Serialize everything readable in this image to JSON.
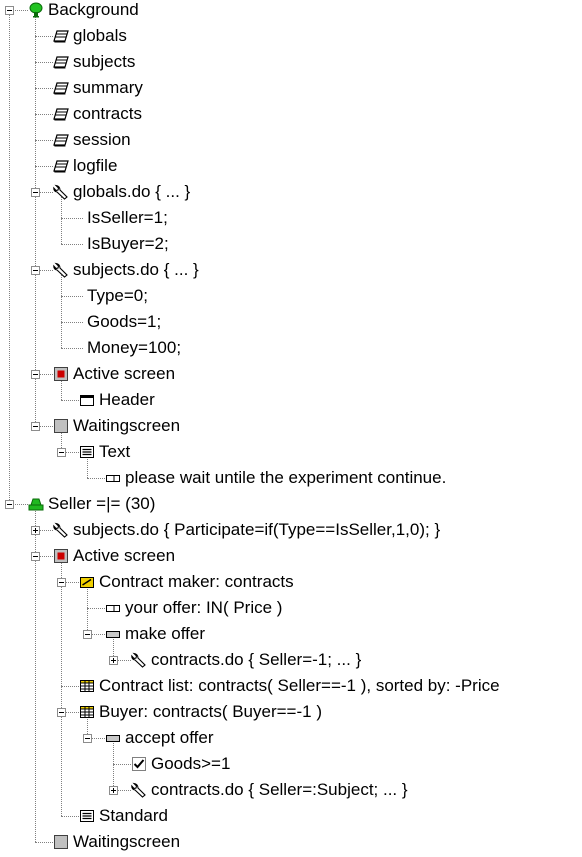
{
  "tree": [
    {
      "label": "Background",
      "icon": "bulb-icon",
      "level": 0,
      "toggle": "expanded",
      "name": "node-background"
    },
    {
      "label": "globals",
      "icon": "table-icon",
      "level": 1,
      "toggle": "none",
      "name": "node-globals"
    },
    {
      "label": "subjects",
      "icon": "table-icon",
      "level": 1,
      "toggle": "none",
      "name": "node-subjects"
    },
    {
      "label": "summary",
      "icon": "table-icon",
      "level": 1,
      "toggle": "none",
      "name": "node-summary"
    },
    {
      "label": "contracts",
      "icon": "table-icon",
      "level": 1,
      "toggle": "none",
      "name": "node-contracts"
    },
    {
      "label": "session",
      "icon": "table-icon",
      "level": 1,
      "toggle": "none",
      "name": "node-session"
    },
    {
      "label": "logfile",
      "icon": "table-icon",
      "level": 1,
      "toggle": "none",
      "name": "node-logfile"
    },
    {
      "label": "globals.do {  ... }",
      "icon": "wrench-icon",
      "level": 1,
      "toggle": "expanded",
      "name": "node-globals-do"
    },
    {
      "label": "IsSeller=1;",
      "icon": "none",
      "level": 2,
      "toggle": "none",
      "name": "node-isseller"
    },
    {
      "label": "IsBuyer=2;",
      "icon": "none",
      "level": 2,
      "toggle": "none",
      "name": "node-isbuyer"
    },
    {
      "label": "subjects.do {  ... }",
      "icon": "wrench-icon",
      "level": 1,
      "toggle": "expanded",
      "name": "node-subjects-do"
    },
    {
      "label": "Type=0;",
      "icon": "none",
      "level": 2,
      "toggle": "none",
      "name": "node-type"
    },
    {
      "label": "Goods=1;",
      "icon": "none",
      "level": 2,
      "toggle": "none",
      "name": "node-goods"
    },
    {
      "label": "Money=100;",
      "icon": "none",
      "level": 2,
      "toggle": "none",
      "name": "node-money"
    },
    {
      "label": "Active screen",
      "icon": "active-screen-icon",
      "level": 1,
      "toggle": "expanded",
      "name": "node-active-screen"
    },
    {
      "label": "Header",
      "icon": "header-box-icon",
      "level": 2,
      "toggle": "none",
      "name": "node-header"
    },
    {
      "label": "Waitingscreen",
      "icon": "waiting-screen-icon",
      "level": 1,
      "toggle": "expanded",
      "name": "node-waitingscreen"
    },
    {
      "label": "Text",
      "icon": "text-box-icon",
      "level": 2,
      "toggle": "expanded",
      "name": "node-text"
    },
    {
      "label": "please wait untile the experiment continue.",
      "icon": "item-icon",
      "level": 3,
      "toggle": "none",
      "name": "node-please-wait"
    },
    {
      "label": "Seller =|= (30)",
      "icon": "stage-icon",
      "level": 0,
      "toggle": "expanded",
      "name": "node-seller"
    },
    {
      "label": "subjects.do { Participate=if(Type==IsSeller,1,0); }",
      "icon": "wrench-icon",
      "level": 1,
      "toggle": "collapsed",
      "name": "node-subjects-do-participate"
    },
    {
      "label": "Active screen",
      "icon": "active-screen-icon",
      "level": 1,
      "toggle": "expanded",
      "name": "node-seller-active-screen"
    },
    {
      "label": "Contract maker: contracts",
      "icon": "contract-maker-icon",
      "level": 2,
      "toggle": "expanded",
      "name": "node-contract-maker"
    },
    {
      "label": "your offer: IN( Price )",
      "icon": "item-icon",
      "level": 3,
      "toggle": "none",
      "name": "node-your-offer"
    },
    {
      "label": "make offer",
      "icon": "button-item-icon",
      "level": 3,
      "toggle": "expanded",
      "name": "node-make-offer"
    },
    {
      "label": "contracts.do { Seller=-1; ... }",
      "icon": "wrench-icon",
      "level": 4,
      "toggle": "collapsed",
      "name": "node-contracts-do-seller"
    },
    {
      "label": "Contract list: contracts( Seller==-1 ), sorted by: -Price",
      "icon": "list-grid-icon",
      "level": 2,
      "toggle": "none",
      "name": "node-contract-list"
    },
    {
      "label": "Buyer: contracts( Buyer==-1 )",
      "icon": "list-grid-icon",
      "level": 2,
      "toggle": "expanded",
      "name": "node-buyer"
    },
    {
      "label": "accept offer",
      "icon": "button-item-icon",
      "level": 3,
      "toggle": "expanded",
      "name": "node-accept-offer"
    },
    {
      "label": "Goods>=1",
      "icon": "checkbox-icon",
      "level": 4,
      "toggle": "none",
      "name": "node-goods-condition"
    },
    {
      "label": "contracts.do { Seller=:Subject; ... }",
      "icon": "wrench-icon",
      "level": 4,
      "toggle": "collapsed",
      "name": "node-contracts-do-subject"
    },
    {
      "label": "Standard",
      "icon": "text-box-icon",
      "level": 2,
      "toggle": "none",
      "name": "node-standard"
    },
    {
      "label": "Waitingscreen",
      "icon": "waiting-screen-icon",
      "level": 1,
      "toggle": "none",
      "name": "node-seller-waitingscreen"
    }
  ]
}
